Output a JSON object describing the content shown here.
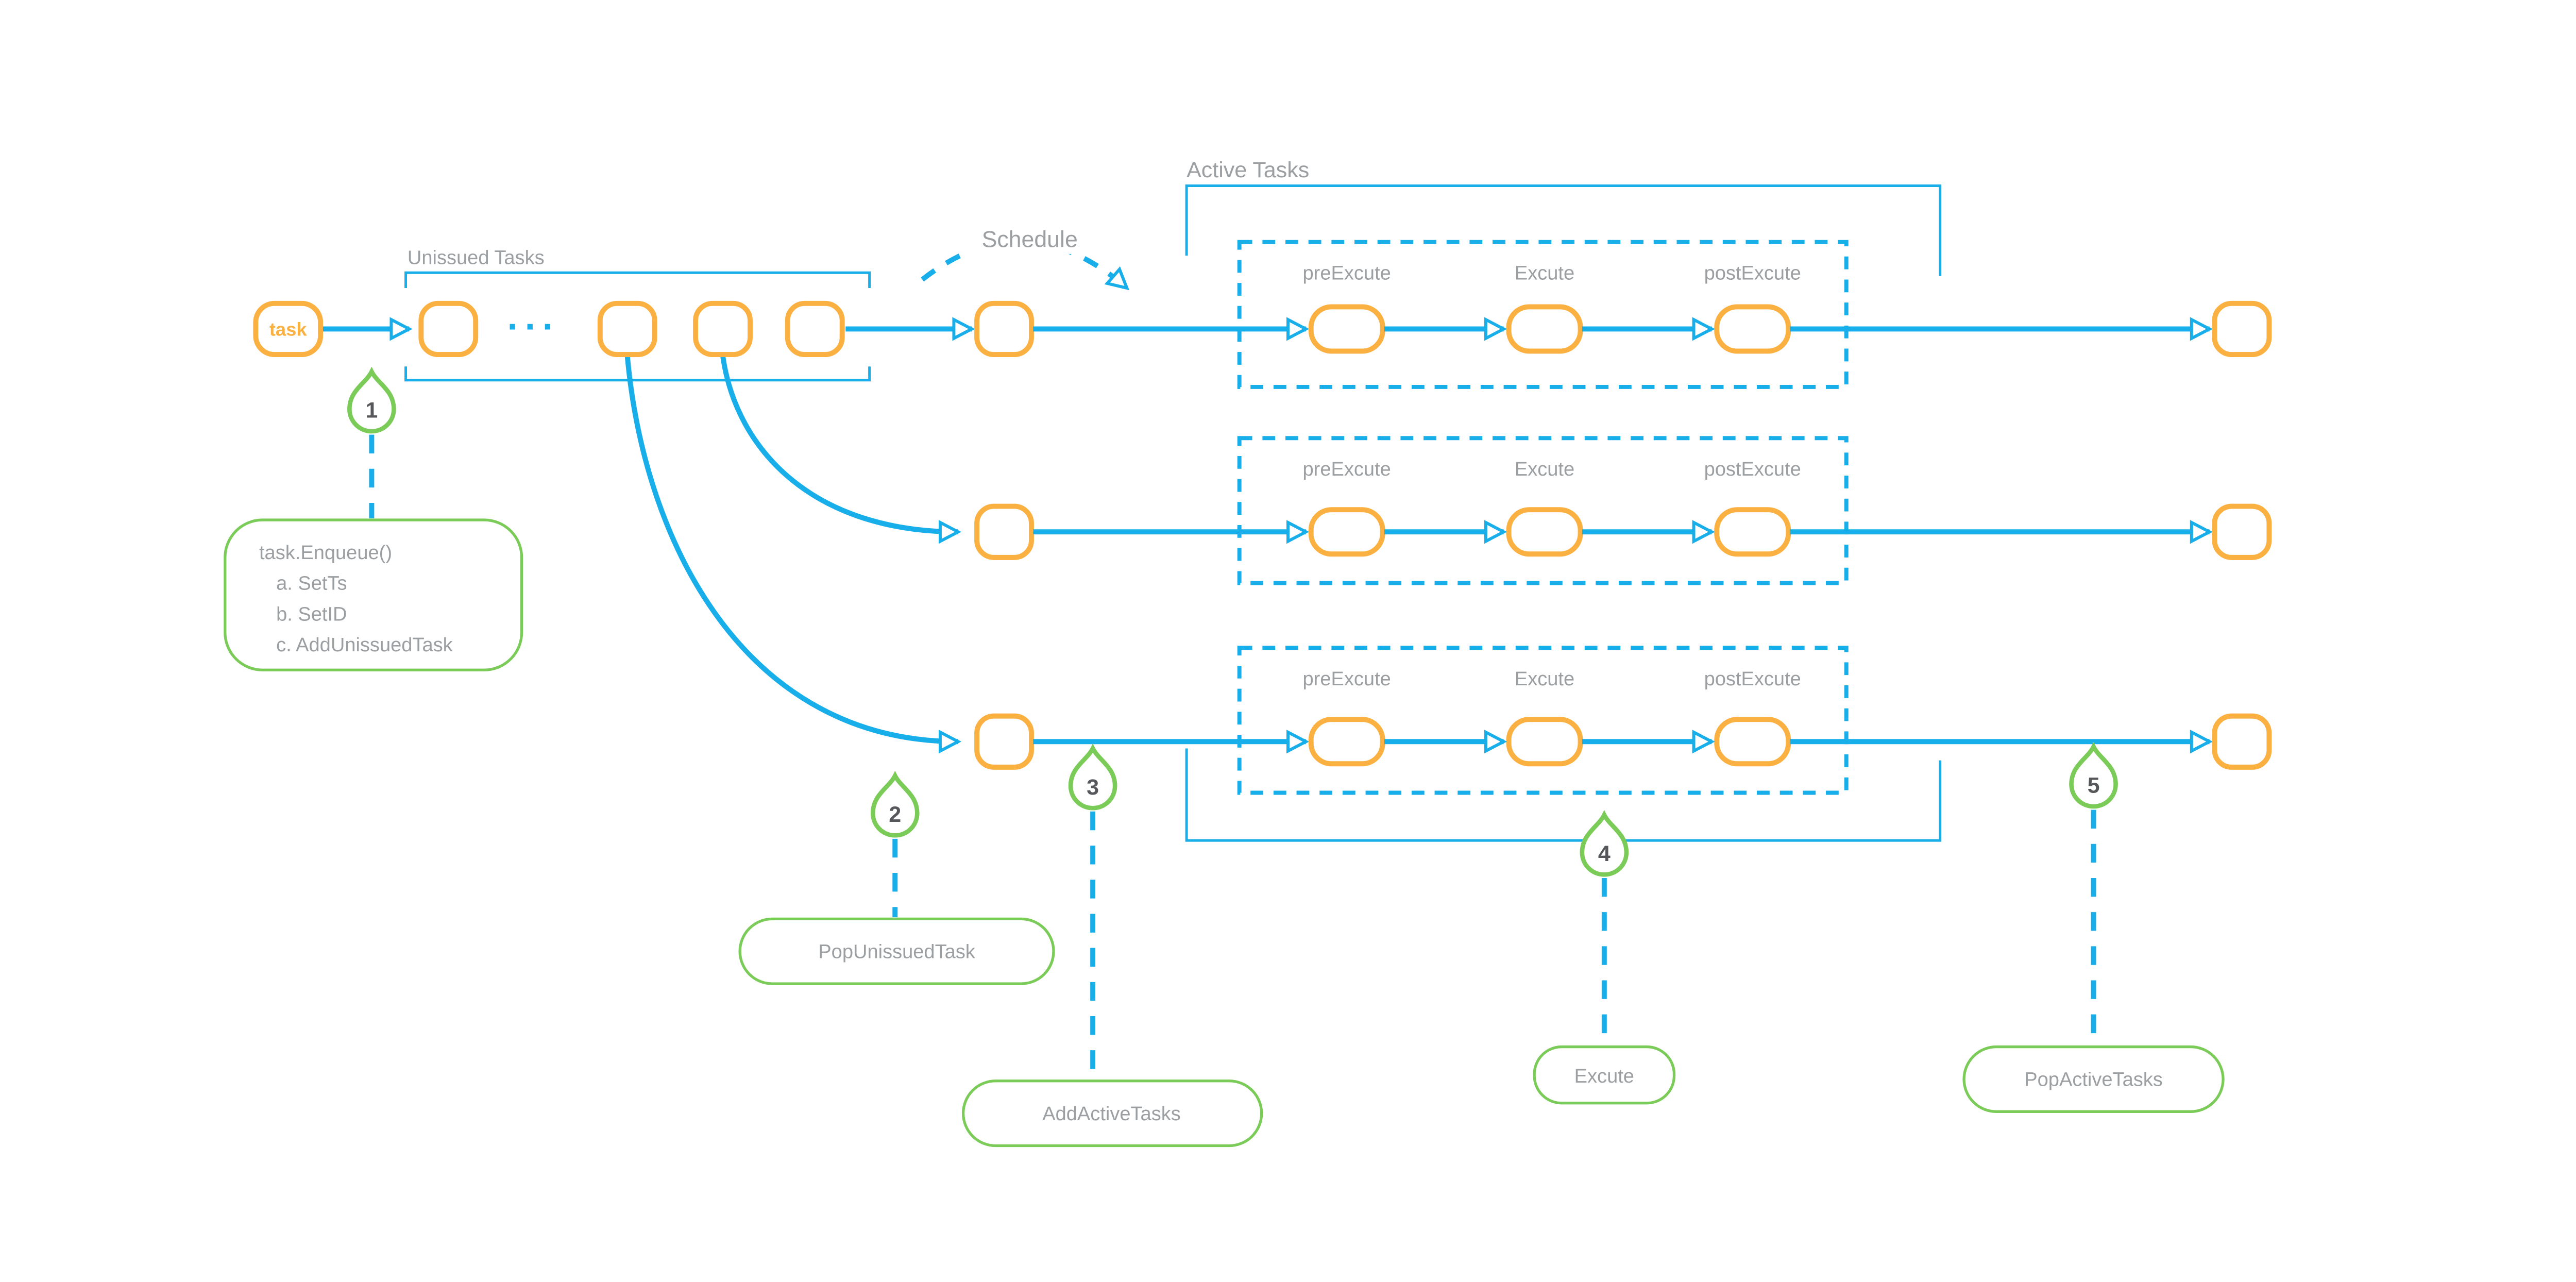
{
  "labels": {
    "unissued_tasks": "Unissued Tasks",
    "schedule": "Schedule",
    "active_tasks": "Active Tasks",
    "task": "task",
    "ellipsis": "···"
  },
  "stages": [
    "preExcute",
    "Excute",
    "postExcute"
  ],
  "steps": [
    {
      "number": "1",
      "lines": [
        "task.Enqueue()",
        "a. SetTs",
        "b. SetID",
        "c. AddUnissuedTask"
      ]
    },
    {
      "number": "2",
      "label": "PopUnissuedTask"
    },
    {
      "number": "3",
      "label": "AddActiveTasks"
    },
    {
      "number": "4",
      "label": "Excute"
    },
    {
      "number": "5",
      "label": "PopActiveTasks"
    }
  ],
  "colors": {
    "blue": "#18AEEA",
    "orange": "#FBB042",
    "green": "#7ACB57",
    "label_gray": "#9B9FA2",
    "number_gray": "#55575A"
  }
}
